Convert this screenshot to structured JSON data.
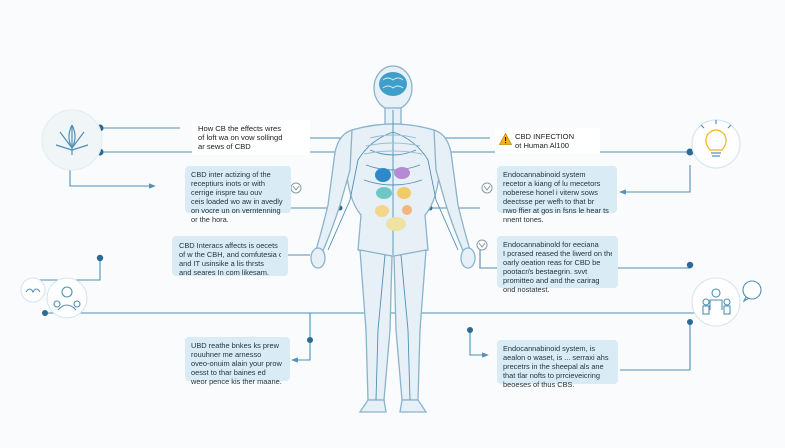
{
  "top_note": {
    "lines": [
      "How CB the effects wres",
      "of loft wa on vow sollingd",
      "ar sews of CBD"
    ]
  },
  "top_right_note": {
    "lines": [
      "CBD INFECTION",
      "ot Human Al100"
    ],
    "icon": "warning-icon",
    "accent": "#f2b21c"
  },
  "boxes": {
    "left_1": [
      "CBD inter actizing of the",
      "receptiurs inots or with",
      "cerrige inspre tau ouv",
      "ceis loaded wo aw in avedly",
      "on vocre un on verntenning",
      "or the hora."
    ],
    "left_2": [
      "CBD Interacs affects is oecets",
      "of w the CBH, and comfutesia on",
      "and IT usinsike a lis thrsts",
      "and seares In com likesam."
    ],
    "left_3": [
      "UBD reathe bnkes ks prew",
      "rouuhner me arnesso",
      "oveo-onuim alain your prow",
      "oesst to thar baines ed",
      "weor pence kis ther maane."
    ],
    "right_1": [
      "Endocannabinoid system",
      "recetor a kiang of lu mecetors",
      "noberese honel i viterw sows",
      "deectsse per wefh to that br",
      "nwo ffier at gos in fsns le hear ts",
      "nnent tones."
    ],
    "right_2": [
      "Endocannabinold for eeciana",
      "I pcrased reased the liwerd on the",
      "oarly oeation reas for CBD be",
      "pootacr/s bestaegrin. svvt",
      "promitteo and and the carirag",
      "ond nostatest."
    ],
    "right_3": [
      "Endocannabinoid system, is",
      "aealon o waset, is ... serraxi ahs",
      "precetrs in the sheepal als ane",
      "that tlar nofts to prrcieveicring",
      "beoeses of thus CBS."
    ]
  },
  "colors": {
    "line": "#4f90b5",
    "line_dark": "#2b6a92",
    "box_bg": "#d9ecf6",
    "body_fill": "#e7f0f6",
    "body_stroke": "#8ab3cc",
    "brain": "#3f9fc8"
  },
  "icons": [
    "leaf-icon",
    "lightbulb-icon",
    "people-icon",
    "hands-icon",
    "family-icon",
    "speech-bubble-icon"
  ]
}
